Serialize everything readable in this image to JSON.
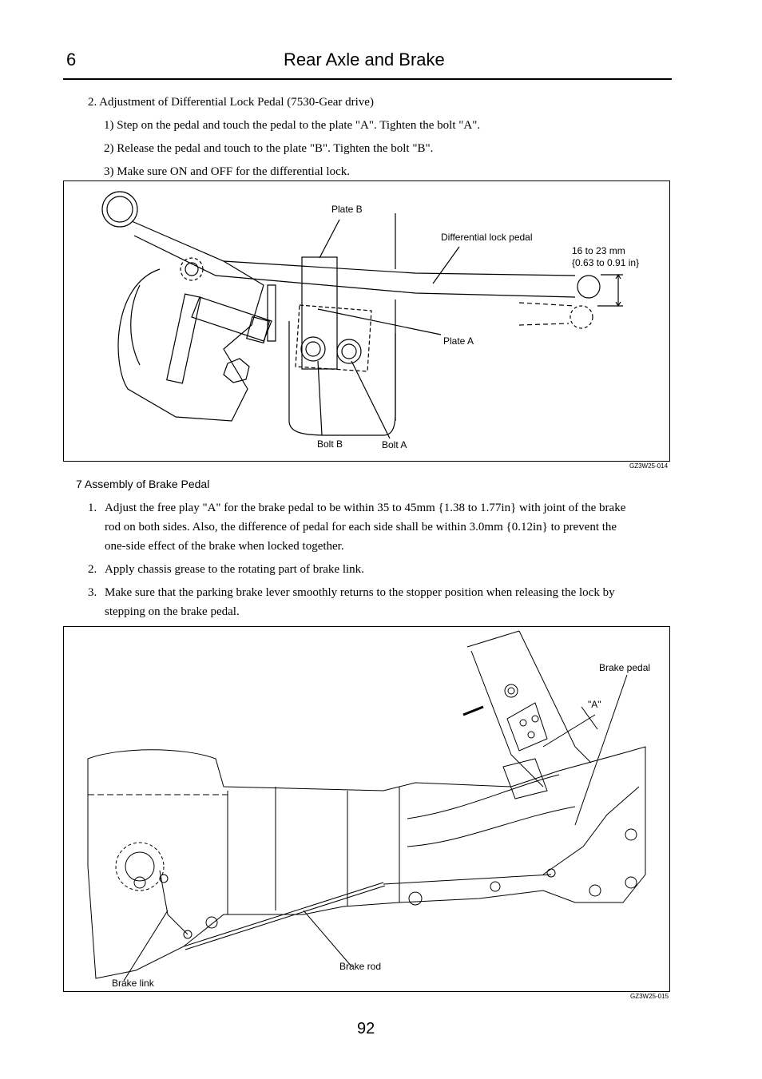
{
  "header": {
    "chapter_number": "6",
    "chapter_title": "Rear Axle and Brake"
  },
  "section_diff_lock": {
    "heading": "2.  Adjustment of Differential Lock Pedal (7530-Gear drive)",
    "steps": [
      "1)  Step on the pedal and touch the pedal to the plate \"A\". Tighten the bolt \"A\".",
      "2)  Release the pedal and touch to the plate \"B\". Tighten the bolt \"B\".",
      "3)  Make sure ON and OFF for the differential lock."
    ]
  },
  "figure_1": {
    "labels": {
      "plate_b": "Plate B",
      "diff_lock_pedal": "Differential lock pedal",
      "clearance_mm": "16 to 23 mm",
      "clearance_in": "{0.63 to 0.91 in}",
      "plate_a": "Plate A",
      "bolt_b": "Bolt B",
      "bolt_a": "Bolt A"
    },
    "code": "GZ3W25-014"
  },
  "section_brake": {
    "heading": "7   Assembly of Brake Pedal",
    "items": [
      {
        "number": "1.",
        "lines": [
          "Adjust the free play \"A\" for the brake pedal to be within 35 to 45mm {1.38 to 1.77in} with joint of the brake",
          "rod on both sides. Also, the difference of pedal for each side shall be within 3.0mm {0.12in} to prevent the",
          "one-side effect of the brake when locked together."
        ]
      },
      {
        "number": "2.",
        "lines": [
          "Apply chassis grease to the rotating part of brake link."
        ]
      },
      {
        "number": "3.",
        "lines": [
          "Make sure that the parking brake lever smoothly returns to the stopper position when releasing the lock by",
          "stepping on the brake pedal."
        ]
      }
    ]
  },
  "figure_2": {
    "labels": {
      "brake_pedal": "Brake pedal",
      "free_play": "\"A\"",
      "brake_rod": "Brake rod",
      "brake_link": "Brake link"
    },
    "code": "GZ3W25-015"
  },
  "footer": {
    "page_number": "92"
  }
}
